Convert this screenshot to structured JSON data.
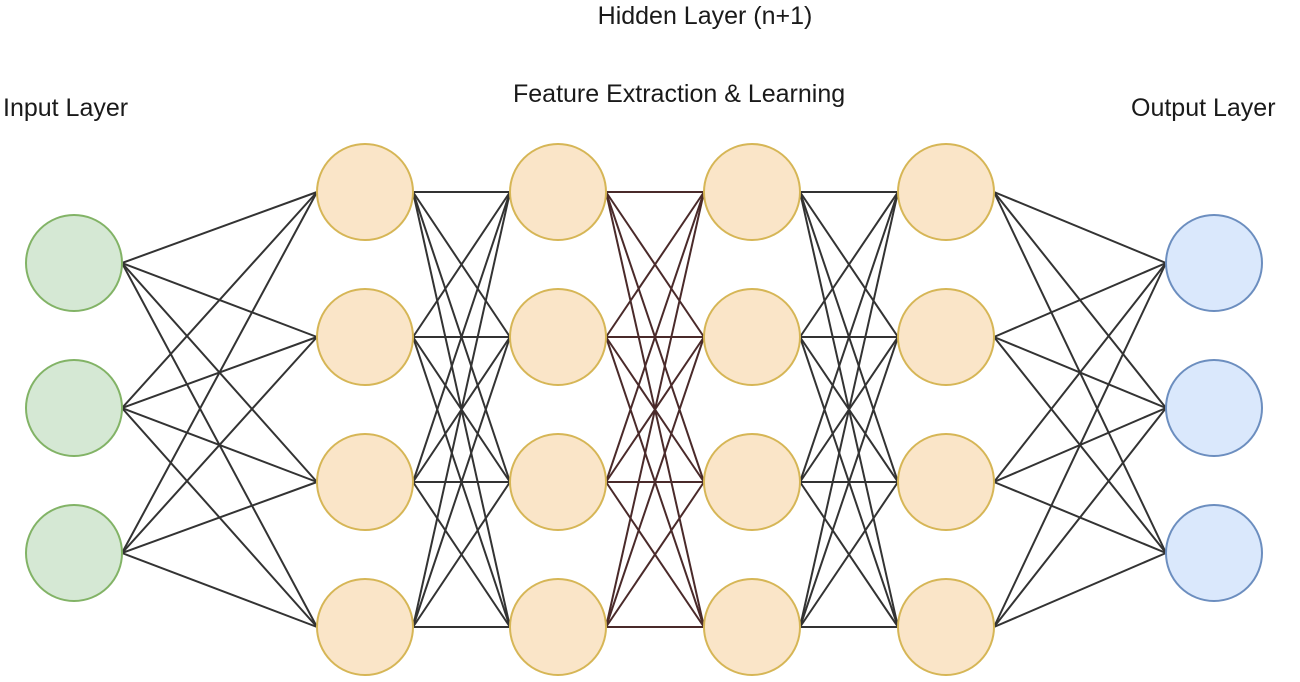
{
  "labels": {
    "hidden_layer": "Hidden Layer (n+1)",
    "feature_extraction": "Feature Extraction & Learning",
    "input_layer": "Input Layer",
    "output_layer": "Output Layer"
  },
  "layers": [
    {
      "name": "input",
      "nodes": 3,
      "fill": "#d5e8d4",
      "stroke": "#82b366"
    },
    {
      "name": "hidden-1",
      "nodes": 4,
      "fill": "#fae5c8",
      "stroke": "#d6b656"
    },
    {
      "name": "hidden-2",
      "nodes": 4,
      "fill": "#fae5c8",
      "stroke": "#d6b656"
    },
    {
      "name": "hidden-3",
      "nodes": 4,
      "fill": "#fae5c8",
      "stroke": "#d6b656"
    },
    {
      "name": "hidden-4",
      "nodes": 4,
      "fill": "#fae5c8",
      "stroke": "#d6b656"
    },
    {
      "name": "output",
      "nodes": 3,
      "fill": "#dae8fc",
      "stroke": "#6c8ebf"
    }
  ],
  "edge_colors": {
    "default": "#333333",
    "hidden-2-to-hidden-3": "#4a2a2a"
  }
}
